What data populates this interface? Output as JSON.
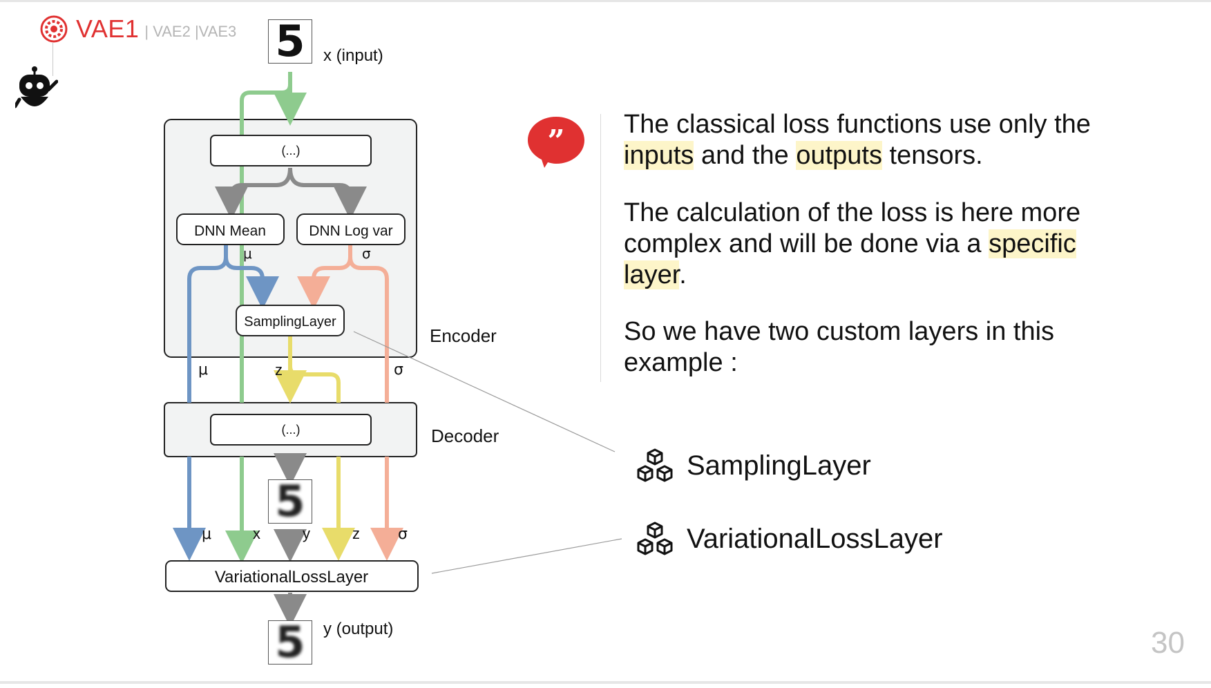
{
  "header": {
    "active_tab": "VAE1",
    "other_tabs": "| VAE2 |VAE3"
  },
  "icons": {
    "logo": "gear-ring-icon",
    "robot": "robot-mascot-icon",
    "quote": "quote-bubble-icon",
    "layer": "stacked-cubes-icon"
  },
  "colors": {
    "accent": "#e03131",
    "mu_arrow": "#6e95c4",
    "x_arrow": "#8ecb8e",
    "z_arrow": "#e8dc6a",
    "sigma_arrow": "#f4ae97",
    "flow_arrow": "#8a8a8a",
    "highlight": "#fdf5c9"
  },
  "diagram": {
    "input_digit": "5",
    "input_label": "x (input)",
    "encoder_inner": "(...)",
    "dnn_mean": "DNN Mean",
    "dnn_logvar": "DNN Log var",
    "mu": "μ",
    "sigma": "σ",
    "z": "z",
    "x": "x",
    "y": "y",
    "sampling_layer": "SamplingLayer",
    "encoder_label": "Encoder",
    "decoder_inner": "(...)",
    "decoder_label": "Decoder",
    "decoded_digit": "5",
    "loss_layer": "VariationalLossLayer",
    "output_digit": "5",
    "output_label": "y (output)"
  },
  "text": {
    "p1_a": "The classical loss functions use only the ",
    "p1_hl1": "inputs",
    "p1_b": " and the ",
    "p1_hl2": "outputs",
    "p1_c": " tensors.",
    "p2_a": "The calculation of the loss is here more complex and will be done via a ",
    "p2_hl": "specific layer",
    "p2_b": ".",
    "p3": "So we have two custom layers in this example :",
    "item1": "SamplingLayer",
    "item2": "VariationalLossLayer"
  },
  "page_number": "30"
}
